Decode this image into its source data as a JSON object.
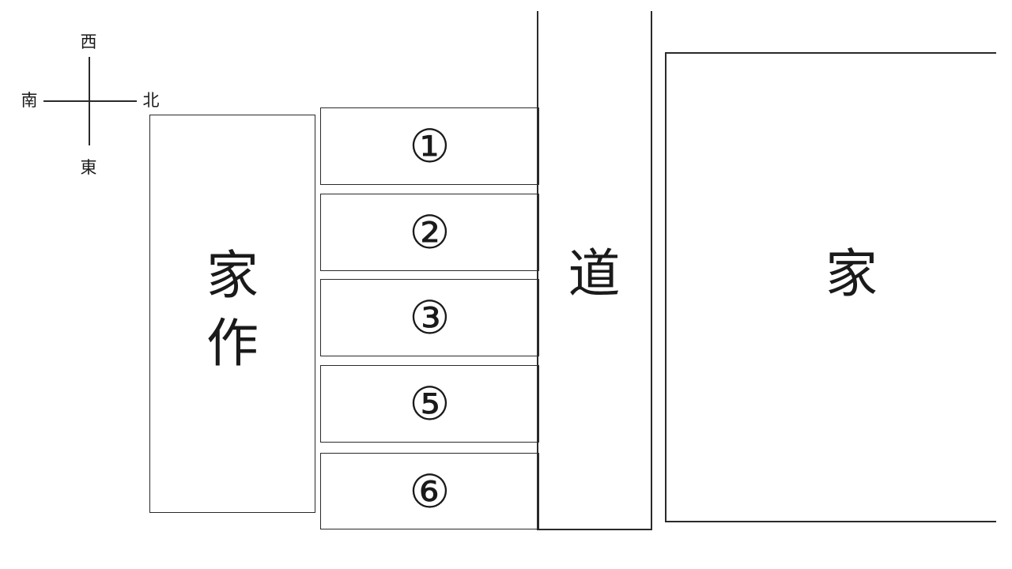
{
  "compass": {
    "west": "西",
    "south": "南",
    "north": "北",
    "east": "東"
  },
  "sakuya": {
    "char1": "家",
    "char2": "作"
  },
  "parking_slots": [
    {
      "label": "①"
    },
    {
      "label": "②"
    },
    {
      "label": "③"
    },
    {
      "label": "⑤"
    },
    {
      "label": "⑥"
    }
  ],
  "road": {
    "label": "道"
  },
  "house": {
    "label": "家"
  }
}
